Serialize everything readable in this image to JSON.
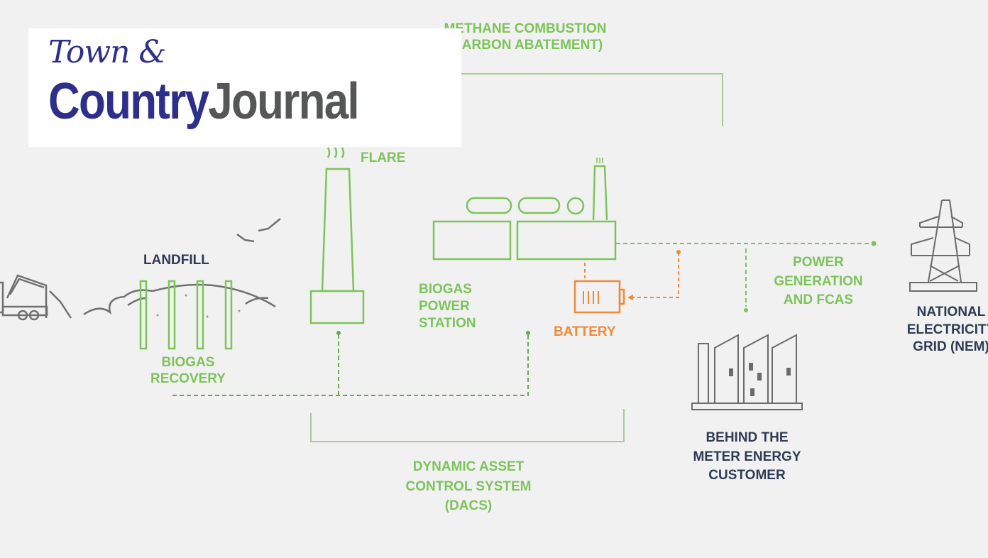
{
  "logo": {
    "line1": "Town &",
    "brand_part1": "Country",
    "brand_part2": "Journal",
    "colors": {
      "primary": "#2e2f8a",
      "secondary": "#555656"
    }
  },
  "diagram": {
    "methane_label_line1": "METHANE COMBUSTION",
    "methane_label_line2": "(CARBON ABATEMENT)",
    "flare_label": "FLARE",
    "landfill_label": "LANDFILL",
    "biogas_recovery_line1": "BIOGAS",
    "biogas_recovery_line2": "RECOVERY",
    "power_station_line1": "BIOGAS",
    "power_station_line2": "POWER",
    "power_station_line3": "STATION",
    "battery_label": "BATTERY",
    "power_gen_line1": "POWER",
    "power_gen_line2": "GENERATION",
    "power_gen_line3": "AND FCAS",
    "grid_line1": "NATIONAL",
    "grid_line2": "ELECTRICITY",
    "grid_line3": "GRID (NEM)",
    "customer_line1": "BEHIND THE",
    "customer_line2": "METER ENERGY",
    "customer_line3": "CUSTOMER",
    "dacs_line1": "DYNAMIC ASSET",
    "dacs_line2": "CONTROL SYSTEM",
    "dacs_line3": "(DACS)",
    "colors": {
      "green": "#7cc45a",
      "navy": "#2f3a55",
      "orange": "#ef8a3a",
      "grey": "#6b6b6b"
    }
  }
}
